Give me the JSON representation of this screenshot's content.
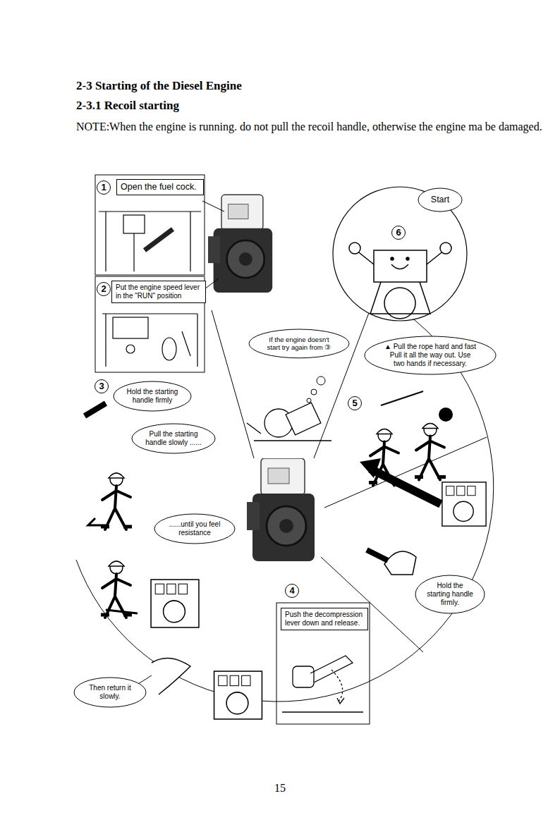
{
  "diagram": {
    "title": "2-3 Starting of the Diesel Engine",
    "nodes": [
      {
        "text": [
          "Open the fuel cock."
        ]
      },
      {
        "text": [
          "Put the engine speed lever in the \"RUN\" position"
        ]
      },
      {
        "text": [
          "Hold the starting handle firmly"
        ]
      },
      {
        "text": [
          "Pull the starting handle slowly ......"
        ]
      },
      {
        "text": [
          "......until you feel resistance"
        ]
      },
      {
        "text": [
          "Then return it slowly."
        ]
      },
      {
        "text": [
          "If the engine doesn't start try again from ③"
        ]
      },
      {
        "text": [
          "Push the decompression lever down and release."
        ]
      },
      {
        "text": [
          "Hold the starting handle firmly."
        ]
      },
      {
        "text": [
          "▲ Pull the rope hard and fast",
          "Pull it all the way out. Use two hands if necessary."
        ]
      },
      {
        "text": [
          "Start"
        ]
      }
    ],
    "labels": [
      "2-3.1 Recoil starting",
      "NOTE:When the engine is running. do not pull the recoil handle, otherwise the engine ma be damaged.",
      "1",
      "2",
      "3",
      "4",
      "5",
      "6",
      "15"
    ]
  }
}
